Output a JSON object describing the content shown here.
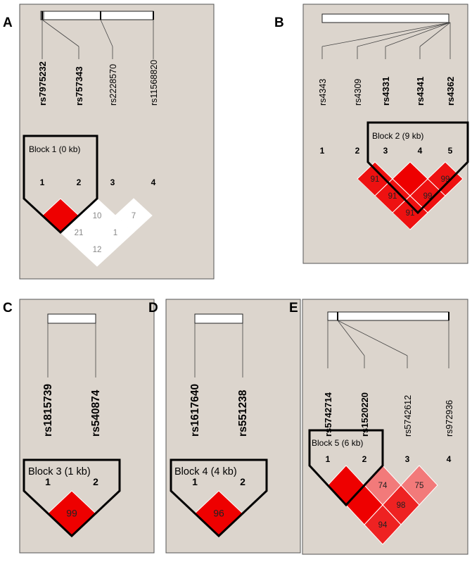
{
  "panels": [
    {
      "id": "A",
      "label": "A",
      "block": "Block 1 (0 kb)",
      "snps": [
        {
          "name": "rs7975232",
          "bold": true
        },
        {
          "name": "rs757343",
          "bold": true
        },
        {
          "name": "rs2228570",
          "bold": false
        },
        {
          "name": "rs11568820",
          "bold": false
        }
      ],
      "indices": [
        "1",
        "2",
        "3",
        "4"
      ],
      "cells": [
        {
          "i": 1,
          "j": 2,
          "value": "",
          "color": "#ee0000"
        },
        {
          "i": 2,
          "j": 3,
          "value": "10",
          "color": "#ffffff"
        },
        {
          "i": 3,
          "j": 4,
          "value": "7",
          "color": "#ffffff"
        },
        {
          "i": 1,
          "j": 3,
          "value": "21",
          "color": "#ffffff"
        },
        {
          "i": 2,
          "j": 4,
          "value": "1",
          "color": "#ffffff"
        },
        {
          "i": 1,
          "j": 4,
          "value": "12",
          "color": "#ffffff"
        }
      ]
    },
    {
      "id": "B",
      "label": "B",
      "block": "Block 2 (9 kb)",
      "snps": [
        {
          "name": "rs4343",
          "bold": false
        },
        {
          "name": "rs4309",
          "bold": false
        },
        {
          "name": "rs4331",
          "bold": true
        },
        {
          "name": "rs4341",
          "bold": true
        },
        {
          "name": "rs4362",
          "bold": true
        }
      ],
      "indices": [
        "1",
        "2",
        "3",
        "4",
        "5"
      ],
      "cells": [
        {
          "i": 1,
          "j": 2,
          "value": "",
          "color": "#dcd5cd"
        },
        {
          "i": 2,
          "j": 3,
          "value": "91",
          "color": "#ee1111"
        },
        {
          "i": 3,
          "j": 4,
          "value": "",
          "color": "#ee0000"
        },
        {
          "i": 4,
          "j": 5,
          "value": "99",
          "color": "#ee1111"
        },
        {
          "i": 1,
          "j": 3,
          "value": "",
          "color": "#dcd5cd"
        },
        {
          "i": 2,
          "j": 4,
          "value": "91",
          "color": "#ee1111"
        },
        {
          "i": 3,
          "j": 5,
          "value": "99",
          "color": "#ee1111"
        },
        {
          "i": 1,
          "j": 4,
          "value": "",
          "color": "#dcd5cd"
        },
        {
          "i": 2,
          "j": 5,
          "value": "91",
          "color": "#ee1111"
        },
        {
          "i": 1,
          "j": 5,
          "value": "",
          "color": "#dcd5cd"
        }
      ]
    },
    {
      "id": "C",
      "label": "C",
      "block": "Block 3 (1 kb)",
      "snps": [
        {
          "name": "rs1815739",
          "bold": true
        },
        {
          "name": "rs540874",
          "bold": true
        }
      ],
      "indices": [
        "1",
        "2"
      ],
      "cells": [
        {
          "i": 1,
          "j": 2,
          "value": "99",
          "color": "#ee0000"
        }
      ]
    },
    {
      "id": "D",
      "label": "D",
      "block": "Block 4 (4 kb)",
      "snps": [
        {
          "name": "rs1617640",
          "bold": true
        },
        {
          "name": "rs551238",
          "bold": true
        }
      ],
      "indices": [
        "1",
        "2"
      ],
      "cells": [
        {
          "i": 1,
          "j": 2,
          "value": "96",
          "color": "#ee0000"
        }
      ]
    },
    {
      "id": "E",
      "label": "E",
      "block": "Block 5 (6 kb)",
      "snps": [
        {
          "name": "rs5742714",
          "bold": true
        },
        {
          "name": "rs1520220",
          "bold": true
        },
        {
          "name": "rs5742612",
          "bold": false
        },
        {
          "name": "rs972936",
          "bold": false
        }
      ],
      "indices": [
        "1",
        "2",
        "3",
        "4"
      ],
      "cells": [
        {
          "i": 1,
          "j": 2,
          "value": "",
          "color": "#ee0000"
        },
        {
          "i": 2,
          "j": 3,
          "value": "74",
          "color": "#f27a7a"
        },
        {
          "i": 3,
          "j": 4,
          "value": "75",
          "color": "#f27a7a"
        },
        {
          "i": 1,
          "j": 3,
          "value": "",
          "color": "#ee0000"
        },
        {
          "i": 2,
          "j": 4,
          "value": "98",
          "color": "#ee2222"
        },
        {
          "i": 1,
          "j": 4,
          "value": "94",
          "color": "#ee2222"
        }
      ]
    }
  ],
  "colors": {
    "panel_bg": "#dcd5cd",
    "strong_ld": "#ee0000",
    "weak_ld": "#ffffff"
  }
}
